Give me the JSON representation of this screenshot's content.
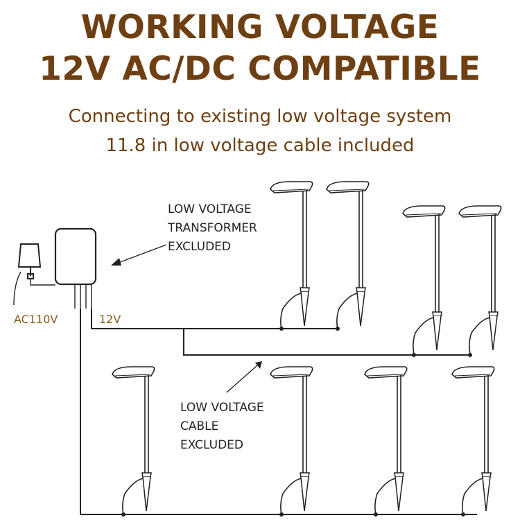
{
  "header": {
    "title_line1": "WORKING VOLTAGE",
    "title_line2": "12V AC/DC COMPATIBLE",
    "subtitle_line1": "Connecting to existing low voltage system",
    "subtitle_line2": "11.8 in low voltage cable included"
  },
  "labels": {
    "transformer": [
      "LOW VOLTAGE",
      "TRANSFORMER",
      "EXCLUDED"
    ],
    "cable": [
      "LOW VOLTAGE",
      "CABLE",
      "EXCLUDED"
    ],
    "ac_input": "AC110V",
    "output_voltage": "12V"
  },
  "colors": {
    "heading": "#6e3f12",
    "voltage_label": "#8a5a1a",
    "line_art": "#222222"
  }
}
